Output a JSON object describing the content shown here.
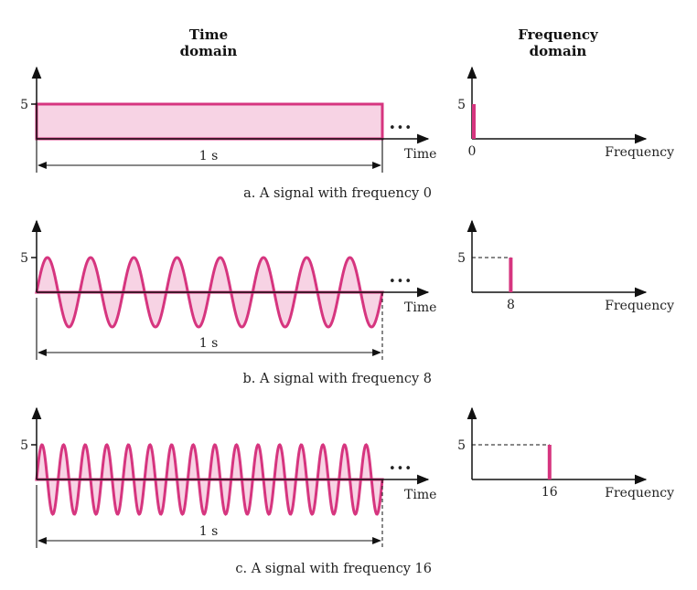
{
  "headers": {
    "time": [
      "Time",
      "domain"
    ],
    "frequency": [
      "Frequency",
      "domain"
    ]
  },
  "colors": {
    "accent": "#d6357f",
    "fill": "#f7d3e4"
  },
  "rows": [
    {
      "id": "a",
      "amplitude": 5,
      "amplitude_label": "5",
      "cycles": 0,
      "frequency": 0,
      "frequency_label": "0",
      "duration_label": "1 s",
      "time_axis_label": "Time",
      "frequency_axis_label": "Frequency",
      "continuation": "•••",
      "caption": "a. A signal with frequency 0"
    },
    {
      "id": "b",
      "amplitude": 5,
      "amplitude_label": "5",
      "cycles": 8,
      "frequency": 8,
      "frequency_label": "8",
      "duration_label": "1 s",
      "time_axis_label": "Time",
      "frequency_axis_label": "Frequency",
      "continuation": "•••",
      "caption": "b. A signal with frequency 8"
    },
    {
      "id": "c",
      "amplitude": 5,
      "amplitude_label": "5",
      "cycles": 16,
      "frequency": 16,
      "frequency_label": "16",
      "duration_label": "1 s",
      "time_axis_label": "Time",
      "frequency_axis_label": "Frequency",
      "continuation": "•••",
      "caption": "c. A signal with frequency 16"
    }
  ]
}
